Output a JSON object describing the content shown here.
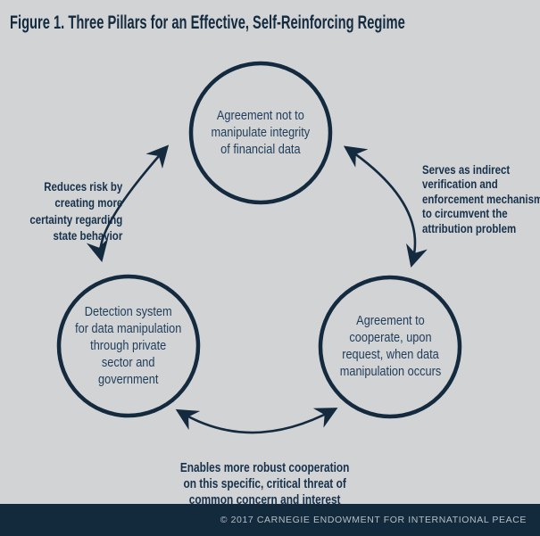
{
  "title": "Figure 1. Three Pillars for an Effective, Self-Reinforcing Regime",
  "pillars": {
    "top": "Agreement not to\nmanipulate integrity\nof financial data",
    "bottom_left": "Detection system\nfor data manipulation\nthrough private\nsector and\ngovernment",
    "bottom_right": "Agreement to\ncooperate, upon\nrequest, when data\nmanipulation occurs"
  },
  "arrow_labels": {
    "left": "Reduces risk by\ncreating more\ncertainty regarding\nstate behavior",
    "right": "Serves as indirect\nverification and\nenforcement mechanism\nto circumvent the\nattribution problem",
    "bottom": "Enables more robust cooperation\non this specific, critical threat of\ncommon concern and interest"
  },
  "footer": {
    "credit": "© 2017 CARNEGIE ENDOWMENT FOR INTERNATIONAL PEACE"
  },
  "colors": {
    "background": "#d2d3d5",
    "navy": "#132a3f",
    "circle_text": "#203e5c",
    "label_text": "#16314b",
    "footer_bg": "#13293c",
    "footer_text": "#b5bfc7"
  }
}
